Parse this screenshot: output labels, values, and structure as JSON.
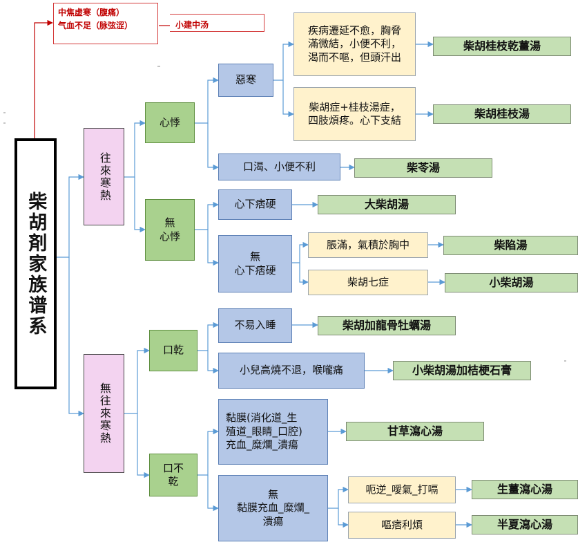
{
  "root": "柴胡剤家族谱系",
  "top_note": {
    "line1": "中焦虚寒（腹痛）",
    "line2": "气血不足（脉弦涩）",
    "result": "小建中汤"
  },
  "hot_cold": {
    "label": "往來寒熱",
    "palpitation": {
      "label": "心悸",
      "aversion_cold": {
        "label": "惡寒",
        "symptoms_1": "疾病遷延不愈，胸脅\n滿微結，小便不利，\n渴而不嘔，但頭汗出",
        "result_1": "柴胡桂枝乾薑湯",
        "symptoms_2": "柴胡症+桂枝湯症，\n四肢煩疼。心下支結",
        "result_2": "柴胡桂枝湯"
      },
      "thirst": {
        "label": "口渴、小便不利",
        "result": "柴苓湯"
      }
    },
    "no_palpitation": {
      "label": "無\n心悸",
      "epigastric": {
        "label": "心下痞硬",
        "result": "大柴胡湯"
      },
      "no_epigastric": {
        "label": "無\n心下痞硬",
        "symptom_1": "脹滿，氣積於胸中",
        "result_1": "柴陷湯",
        "symptom_2": "柴胡七症",
        "result_2": "小柴胡湯"
      }
    }
  },
  "no_hot_cold": {
    "label": "無往來寒熱",
    "dry_mouth": {
      "label": "口乾",
      "insomnia": {
        "label": "不易入睡",
        "result": "柴胡加龍骨牡蠣湯"
      },
      "child_fever": {
        "label": "小兒高燒不退，喉嚨痛",
        "result": "小柴胡湯加桔梗石膏"
      }
    },
    "not_dry": {
      "label": "口不\n乾",
      "mucosa": {
        "label": "黏膜(消化道_生\n殖道_眼睛_口腔)\n充血_糜爛_潰瘍",
        "result": "甘草瀉心湯"
      },
      "no_mucosa": {
        "label": "無\n黏膜充血_糜爛_\n潰瘍",
        "symptom_1": "呃逆_噯氣_打嗝",
        "result_1": "生薑瀉心湯",
        "symptom_2": "嘔痞利煩",
        "result_2": "半夏瀉心湯"
      }
    }
  },
  "colors": {
    "blue": "#b4c7e7",
    "green": "#a9d18e",
    "pink": "#f3d3f0",
    "yellow": "#fff2cc",
    "result": "#c5e0b4",
    "note_red": "#c00000",
    "connector": "#5b9bd5"
  }
}
